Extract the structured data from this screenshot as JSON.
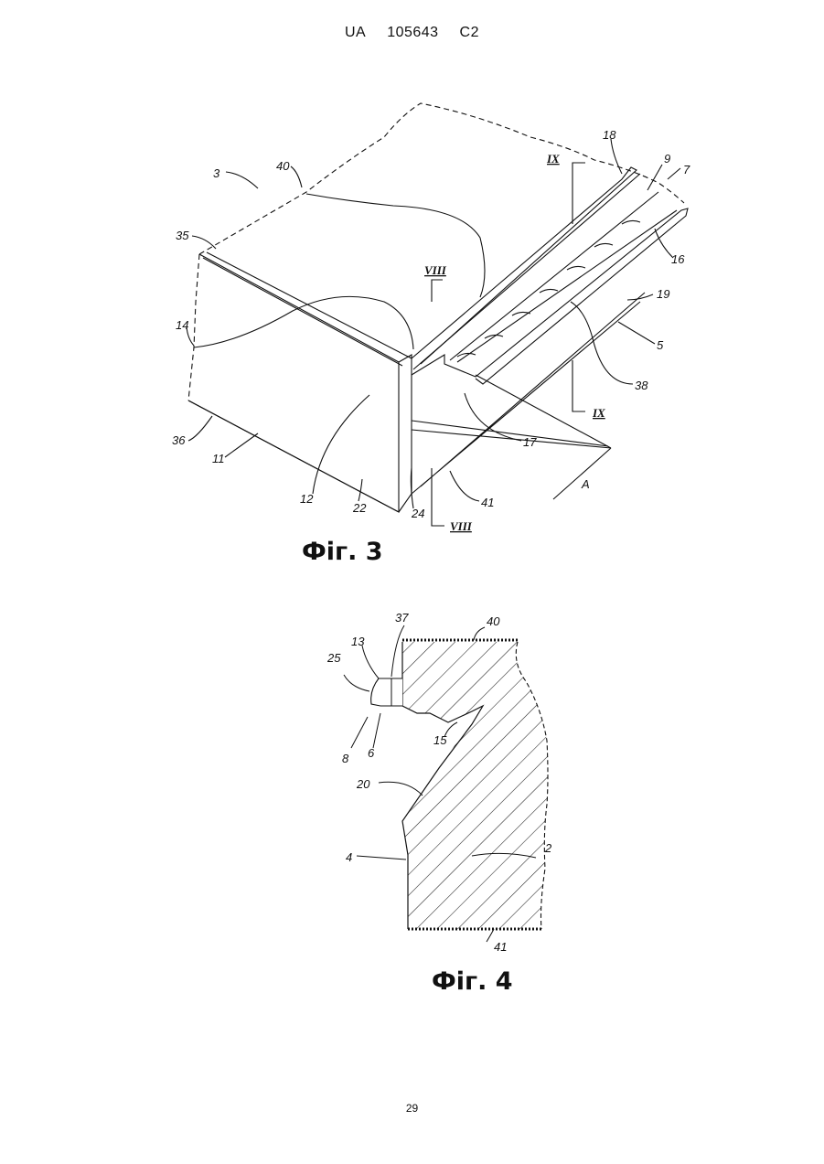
{
  "header": {
    "country": "UA",
    "number": "105643",
    "kind": "C2"
  },
  "figures": [
    {
      "caption": "Фіг. 3",
      "labels": {
        "l3": "3",
        "l40": "40",
        "l35": "35",
        "l14": "14",
        "l36": "36",
        "l11": "11",
        "l12": "12",
        "l22": "22",
        "l24": "24",
        "l41": "41",
        "l17": "17",
        "l38": "38",
        "l5": "5",
        "l19": "19",
        "l16": "16",
        "l7": "7",
        "l9": "9",
        "l18": "18",
        "lA": "A",
        "sec8_top": "VIII",
        "sec8_bottom": "VIII",
        "sec9_top": "IX",
        "sec9_bottom": "IX"
      }
    },
    {
      "caption": "Фіг. 4",
      "labels": {
        "l37": "37",
        "l40": "40",
        "l13": "13",
        "l25": "25",
        "l8": "8",
        "l6": "6",
        "l15": "15",
        "l20": "20",
        "l4": "4",
        "l2": "2",
        "l41": "41"
      }
    }
  ],
  "page_number": "29"
}
